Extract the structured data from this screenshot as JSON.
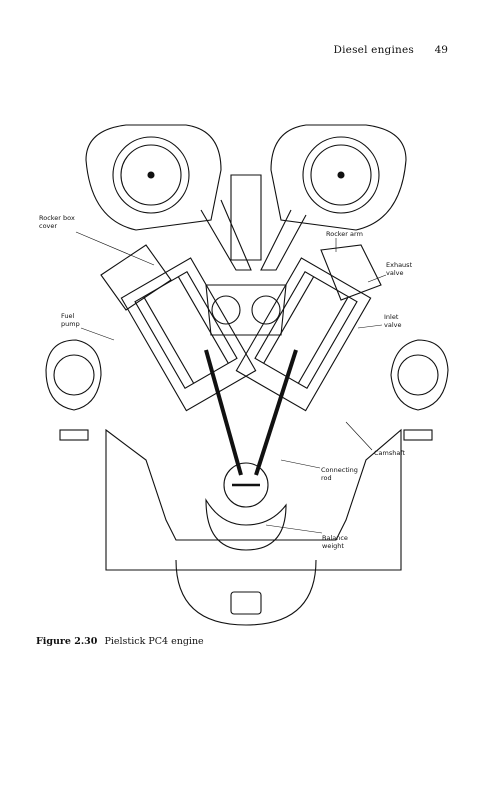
{
  "header": {
    "running_title": "Diesel engines",
    "page_number": "49"
  },
  "figure": {
    "labels": {
      "rocker_box_cover_1": "Rocker box",
      "rocker_box_cover_2": "cover",
      "rocker_arm": "Rocker arm",
      "exhaust_valve_1": "Exhaust",
      "exhaust_valve_2": "valve",
      "fuel_pump_1": "Fuel",
      "fuel_pump_2": "pump",
      "inlet_valve_1": "Inlet",
      "inlet_valve_2": "valve",
      "camshaft": "Camshaft",
      "connecting_rod_1": "Connecting",
      "connecting_rod_2": "rod",
      "balance_weight_1": "Balance",
      "balance_weight_2": "weight"
    },
    "caption_number": "Figure 2.30",
    "caption_text": "Pielstick PC4 engine"
  }
}
